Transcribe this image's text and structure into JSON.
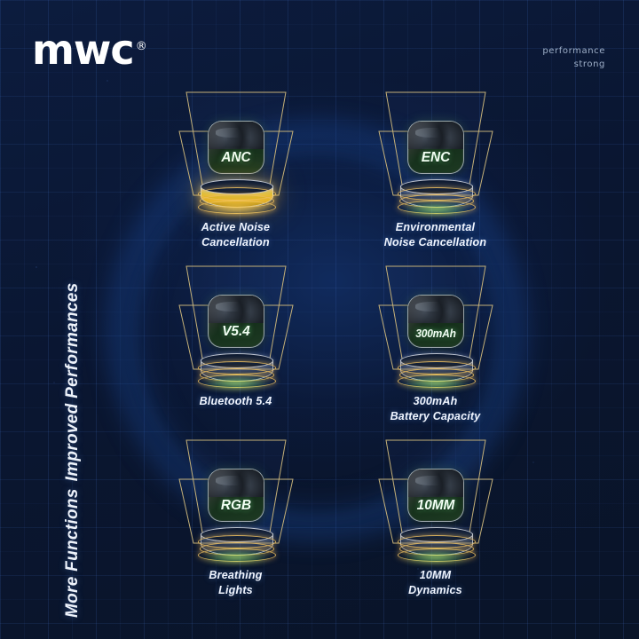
{
  "brand": {
    "logo_text": "mwc",
    "registered_mark": "®"
  },
  "tagline": {
    "line1": "performance",
    "line2": "strong"
  },
  "side_title": {
    "line1": "More Functions",
    "line2": "Improved Performances"
  },
  "colors": {
    "background": "#0a1631",
    "panel_blue": "#0c1c3e",
    "grid_line": "#14244d",
    "ring_glow": "#2868cd",
    "frame_gold": "#c4b078",
    "pedestal_gold": "#e2b218",
    "underglow_green": "#bdff82",
    "badge_green": "#1d3a22",
    "text_white": "#f0f5ff",
    "tagline_grey": "#9fb0c9"
  },
  "features": [
    {
      "badge_text": "ANC",
      "caption_line1": "Active Noise",
      "caption_line2": "Cancellation",
      "glow": "gold"
    },
    {
      "badge_text": "ENC",
      "caption_line1": "Environmental",
      "caption_line2": "Noise Cancellation",
      "glow": "green"
    },
    {
      "badge_text": "V5.4",
      "caption_line1": "Bluetooth 5.4",
      "caption_line2": "",
      "glow": "green"
    },
    {
      "badge_text": "300mAh",
      "caption_line1": "300mAh",
      "caption_line2": "Battery Capacity",
      "glow": "green"
    },
    {
      "badge_text": "RGB",
      "caption_line1": "Breathing",
      "caption_line2": "Lights",
      "glow": "green"
    },
    {
      "badge_text": "10MM",
      "caption_line1": "10MM",
      "caption_line2": "Dynamics",
      "glow": "green"
    }
  ]
}
